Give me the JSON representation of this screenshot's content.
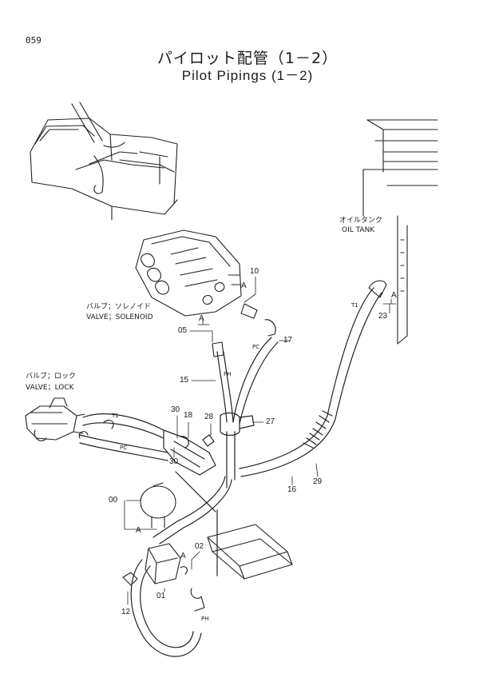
{
  "page_number": "059",
  "title_jp": "パイロット配管（1－2）",
  "title_en": "Pilot Pipings (1－2)",
  "labels": {
    "oil_tank_jp": "オイルタンク",
    "oil_tank_en": "OIL TANK",
    "valve_solenoid_jp": "バルブ；ソレノイド",
    "valve_solenoid_en": "VALVE；SOLENOID",
    "valve_lock_jp": "バルブ；ロック",
    "valve_lock_en": "VALVE；LOCK"
  },
  "callouts": {
    "p10": "10",
    "p05": "05",
    "p17": "17",
    "p15": "15",
    "p30a": "30",
    "p18": "18",
    "p28": "28",
    "p27": "27",
    "p30b": "30",
    "p23": "23",
    "p16": "16",
    "p29": "29",
    "p00": "00",
    "p02": "02",
    "p01": "01",
    "p12": "12"
  },
  "marks": {
    "a1": "A",
    "a2": "A",
    "a3": "A",
    "a4": "A",
    "a5": "A",
    "ph1": "PH",
    "ph2": "PH",
    "pc1": "PC",
    "pc2": "PC",
    "t1": "T1",
    "t2": "T1"
  }
}
